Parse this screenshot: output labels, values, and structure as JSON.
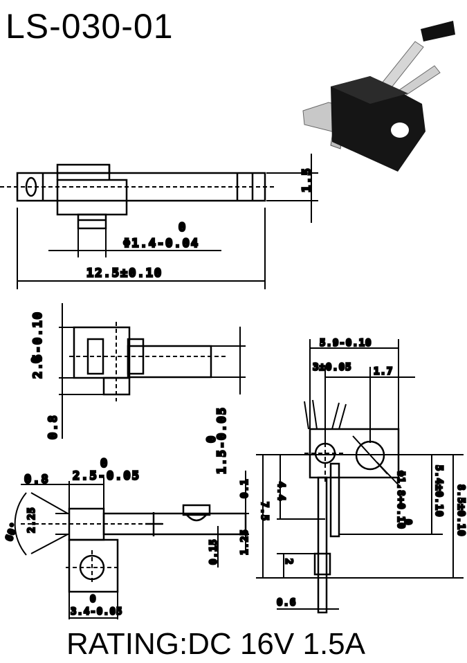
{
  "header": {
    "model": "LS-030-01"
  },
  "footer": {
    "rating": "RATING:DC 16V 1.5A"
  },
  "side_view": {
    "dim_height": "1.5",
    "dim_pin_tol_upper": "0",
    "dim_pin": "Φ1.4-0.04",
    "dim_length": "12.5±0.10"
  },
  "top_view": {
    "dim_width_upper": "0",
    "dim_width": "2.5-0.10",
    "dim_offset": "0.8",
    "dim_lever_upper": "0",
    "dim_lever": "1.5-0.05"
  },
  "front_view": {
    "dim_left": "0.8",
    "dim_mid_upper": "0",
    "dim_mid": "2.5-0.05",
    "dim_angle": "60°",
    "dim_span": "2.25",
    "dim_thk1": "0.1",
    "dim_thk2": "0.15",
    "dim_thk3": "1.25",
    "dim_base_upper": "0",
    "dim_base": "3.4-0.05"
  },
  "end_view": {
    "dim_top": "5.9-0.10",
    "dim_hole_pos": "3±0.05",
    "dim_1_7": "1.7",
    "dim_4_4": "4.4",
    "dim_7_5": "7.5",
    "dim_hole": "Φ1.8+0.10",
    "dim_hole_lower": "0",
    "dim_5_4": "5.4±0.10",
    "dim_8_5": "8.5±0.10",
    "dim_2": "2",
    "dim_0_6": "0.6"
  }
}
